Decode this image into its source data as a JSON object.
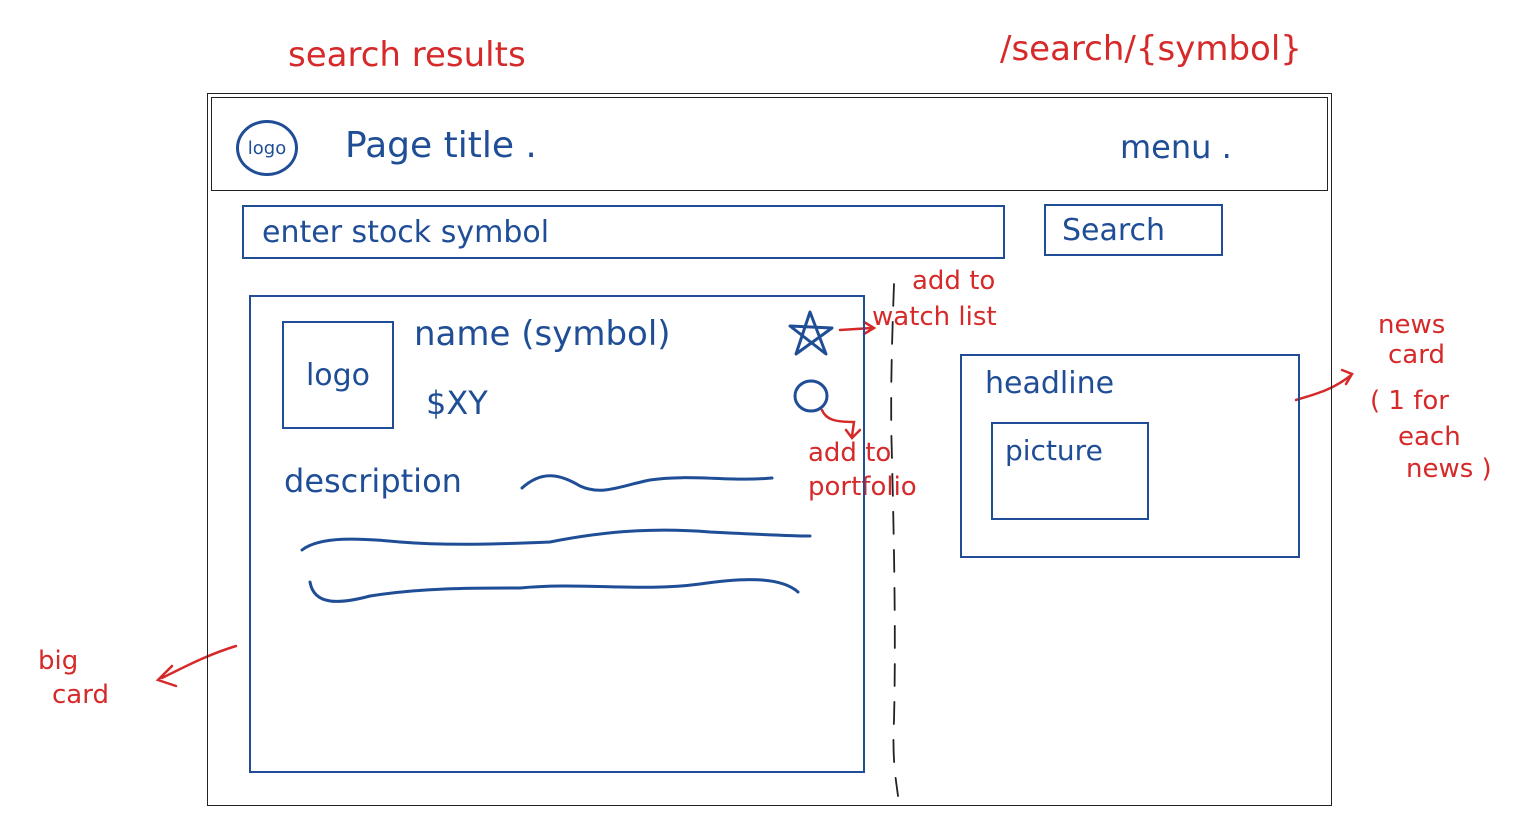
{
  "annotations": {
    "page_label": "search results",
    "route": "/search/{symbol}",
    "watchlist_note_line1": "add to",
    "watchlist_note_line2": "watch list",
    "portfolio_note_line1": "add to",
    "portfolio_note_line2": "portfolio",
    "news_note_line1": "news",
    "news_note_line2": "card",
    "news_note_line3": "( 1 for",
    "news_note_line4": "each",
    "news_note_line5": "news )",
    "bigcard_note_line1": "big",
    "bigcard_note_line2": "card"
  },
  "header": {
    "logo_label": "logo",
    "title": "Page title .",
    "menu_label": "menu ."
  },
  "search": {
    "placeholder": "enter stock symbol",
    "button_label": "Search"
  },
  "big_card": {
    "logo_label": "logo",
    "name": "name (symbol)",
    "price": "$XY",
    "description_label": "description"
  },
  "news_card": {
    "headline": "headline",
    "picture_label": "picture"
  },
  "colors": {
    "ink_blue": "#1f4e96",
    "annotation_red": "#d62a2a"
  },
  "icons": {
    "watchlist": "star-icon",
    "portfolio": "circle-icon"
  }
}
